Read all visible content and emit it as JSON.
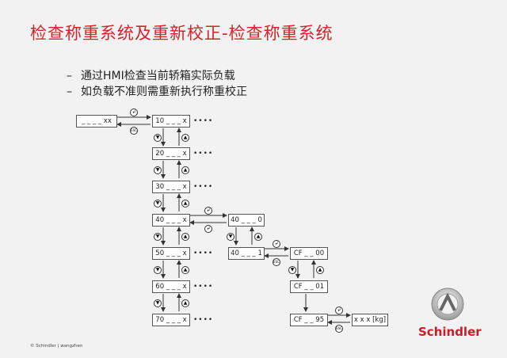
{
  "title": "检查称重系统及重新校正-检查称重系统",
  "bullets": [
    "通过HMI检查当前轿箱实际负载",
    "如负载不准则需重新执行称重校正"
  ],
  "diagram": {
    "left_box": "_ _ _ _ xx",
    "menu_items": [
      "10 _ _ _ x",
      "20 _ _ _ x",
      "30 _ _ _ x",
      "40 _ _ _ x",
      "50 _ _ _ x",
      "60 _ _ _ x",
      "70 _ _ _ x"
    ],
    "sub_items": [
      "40 _ _ _ 0",
      "40 _ _ _ 1"
    ],
    "cf_items": [
      "CF _ _ 00",
      "CF _ _ 01",
      "CF _ _ 95"
    ],
    "result_box": "x x x [kg]",
    "more_marker": "••••",
    "icons": {
      "enter": "enter-icon",
      "esc": "esc-icon",
      "up": "up-arrow-icon",
      "down": "down-arrow-icon"
    },
    "esc_label": "ESC"
  },
  "brand": "Schindler",
  "footer": "© Schindler | wangzhen",
  "colors": {
    "accent": "#d2232a",
    "background": "#f2f2f2"
  }
}
